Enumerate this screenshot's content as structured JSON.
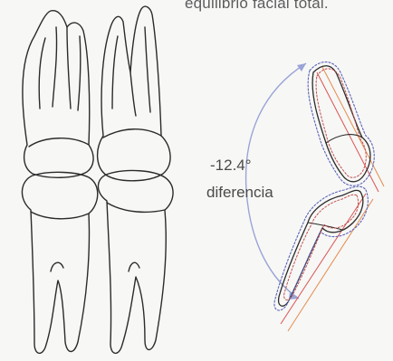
{
  "caption": "equilibrio facial total.",
  "angle_label": "-12.4°",
  "difference_label": "diferencia",
  "colors": {
    "outline": "#2b2b2b",
    "arc": "#9aa4d6",
    "dotted_blue": "#5b63b8",
    "dotted_red": "#c0504d",
    "axis_red": "#d9534f",
    "axis_orange": "#e58b4a"
  }
}
